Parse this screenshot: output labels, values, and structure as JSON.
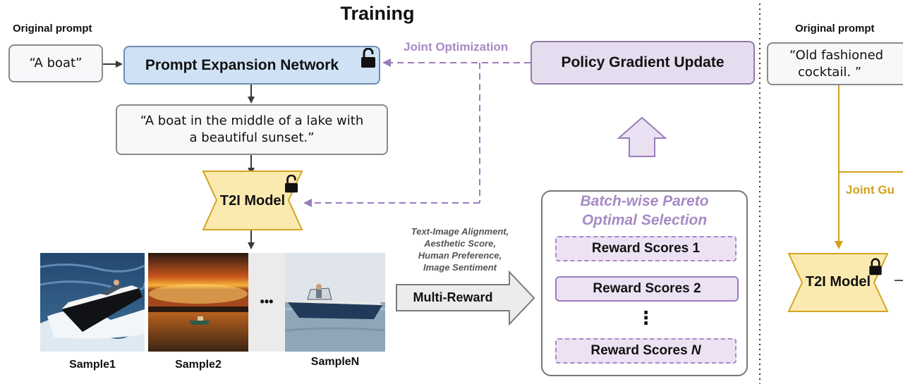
{
  "title": "Training",
  "left": {
    "original_prompt_label": "Original prompt",
    "original_prompt": "“A boat”",
    "prompt_expansion_network": "Prompt Expansion Network",
    "expanded_prompt_line1": "“A boat in the middle of a lake with",
    "expanded_prompt_line2": "a beautiful sunset.”",
    "t2i_model": "T2I Model",
    "joint_optimization": "Joint Optimization",
    "policy_gradient_update": "Policy Gradient Update",
    "samples": [
      "Sample1",
      "Sample2",
      "SampleN"
    ],
    "ellipsis": "•••",
    "reward_types": [
      "Text-Image Alignment,",
      "Aesthetic Score,",
      "Human Preference,",
      "Image Sentiment"
    ],
    "multi_reward": "Multi-Reward",
    "pareto_title_line1": "Batch-wise Pareto",
    "pareto_title_line2": "Optimal Selection",
    "reward_scores": [
      "Reward Scores 1",
      "Reward Scores 2",
      "Reward Scores "
    ],
    "reward_scores_n": "N",
    "vertical_ellipsis": "⋮"
  },
  "right": {
    "original_prompt_label": "Original prompt",
    "prompt_line1": "“Old fashioned",
    "prompt_line2": "cocktail. ”",
    "joint_guidance": "Joint Gu",
    "t2i_model": "T2I Model"
  },
  "colors": {
    "pen_fill": "#cfe2f5",
    "pgu_fill": "#e6dcef",
    "t2i_fill": "#fbeab0",
    "purple_accent": "#a68ac4",
    "gold_accent": "#d1a11d"
  },
  "icons": [
    "unlock-icon",
    "lock-icon",
    "up-arrow-icon",
    "multi-reward-arrow-icon"
  ]
}
